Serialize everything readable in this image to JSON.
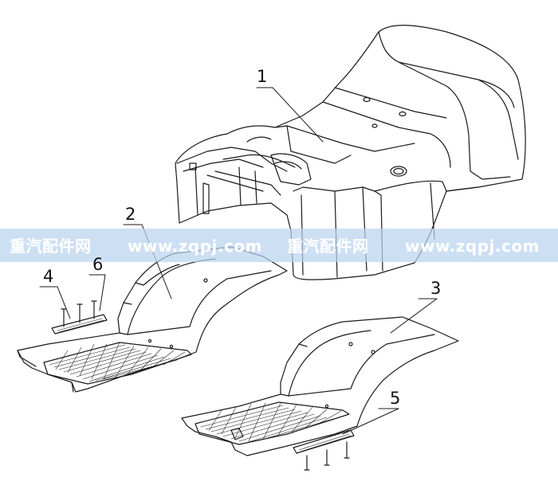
{
  "diagram": {
    "labels": [
      {
        "id": "1",
        "text": "1"
      },
      {
        "id": "2",
        "text": "2"
      },
      {
        "id": "3",
        "text": "3"
      },
      {
        "id": "4",
        "text": "4"
      },
      {
        "id": "5",
        "text": "5"
      },
      {
        "id": "6",
        "text": "6"
      }
    ]
  },
  "watermark": {
    "cn": "重汽配件网",
    "url": "www.zqpj.com"
  },
  "colors": {
    "line": "#1a1a1a",
    "band": "#bad2ee"
  }
}
